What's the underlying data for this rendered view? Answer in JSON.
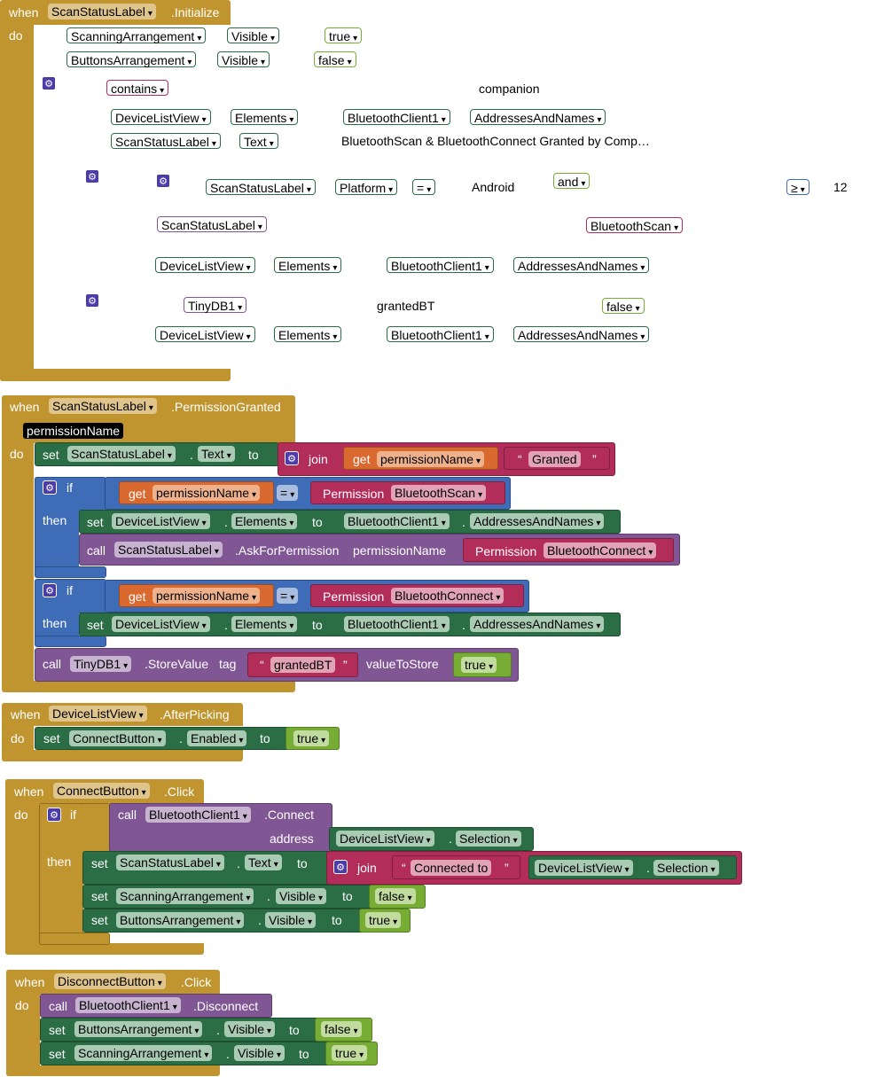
{
  "arrow": "▾",
  "gear": "⚙",
  "kw": {
    "when": "when",
    "do": "do",
    "set": "set",
    "to": "to",
    "call": "call",
    "if": "if",
    "then": "then",
    "dot": ".",
    "join": "join",
    "get": "get",
    "eq": "=",
    "ge": "≥",
    "and": "and",
    "permission": "Permission",
    "tag": "tag",
    "valueToStore": "valueToStore",
    "address": "address",
    "permissionName": "permissionName",
    "oq": "“",
    "cq": "”"
  },
  "ev1": {
    "component": "ScanStatusLabel",
    "event": ".Initialize",
    "rows": [
      {
        "a": "ScanningArrangement",
        "b": "Visible",
        "c": "true"
      },
      {
        "a": "ButtonsArrangement",
        "b": "Visible",
        "c": "false"
      }
    ],
    "contains": "contains",
    "companion": "companion",
    "r3": {
      "a": "DeviceListView",
      "b": "Elements",
      "c": "BluetoothClient1",
      "d": "AddressesAndNames"
    },
    "r4": {
      "a": "ScanStatusLabel",
      "b": "Text",
      "c": "BluetoothScan & BluetoothConnect Granted by Comp…"
    },
    "r5": {
      "a": "ScanStatusLabel",
      "b": "Platform",
      "c": "=",
      "d": "Android",
      "e": "and",
      "f": "≥",
      "g": "12"
    },
    "r6": {
      "a": "ScanStatusLabel",
      "b": "BluetoothScan"
    },
    "r7": {
      "a": "DeviceListView",
      "b": "Elements",
      "c": "BluetoothClient1",
      "d": "AddressesAndNames"
    },
    "r8": {
      "a": "TinyDB1",
      "b": "grantedBT",
      "c": "false"
    },
    "r9": {
      "a": "DeviceListView",
      "b": "Elements",
      "c": "BluetoothClient1",
      "d": "AddressesAndNames"
    }
  },
  "ev2": {
    "component": "ScanStatusLabel",
    "event": ".PermissionGranted",
    "param": "permissionName",
    "set1": {
      "comp": "ScanStatusLabel",
      "prop": "Text",
      "granted": "Granted"
    },
    "if1": {
      "perm": "BluetoothScan",
      "setComp": "DeviceListView",
      "setProp": "Elements",
      "src": "BluetoothClient1",
      "srcProp": "AddressesAndNames",
      "callComp": "ScanStatusLabel",
      "method": ".AskForPermission",
      "argPerm": "BluetoothConnect"
    },
    "if2": {
      "perm": "BluetoothConnect",
      "setComp": "DeviceListView",
      "setProp": "Elements",
      "src": "BluetoothClient1",
      "srcProp": "AddressesAndNames"
    },
    "store": {
      "comp": "TinyDB1",
      "method": ".StoreValue",
      "tag": "grantedBT",
      "value": "true"
    }
  },
  "ev3": {
    "component": "DeviceListView",
    "event": ".AfterPicking",
    "comp": "ConnectButton",
    "prop": "Enabled",
    "value": "true"
  },
  "ev4": {
    "component": "ConnectButton",
    "event": ".Click",
    "callComp": "BluetoothClient1",
    "method": ".Connect",
    "addrComp": "DeviceListView",
    "addrProp": "Selection",
    "setComp": "ScanStatusLabel",
    "setProp": "Text",
    "connectedTo": "Connected to ",
    "selComp": "DeviceListView",
    "selProp": "Selection",
    "s2": {
      "comp": "ScanningArrangement",
      "prop": "Visible",
      "value": "false"
    },
    "s3": {
      "comp": "ButtonsArrangement",
      "prop": "Visible",
      "value": "true"
    }
  },
  "ev5": {
    "component": "DisconnectButton",
    "event": ".Click",
    "callComp": "BluetoothClient1",
    "method": ".Disconnect",
    "s1": {
      "comp": "ButtonsArrangement",
      "prop": "Visible",
      "value": "false"
    },
    "s2": {
      "comp": "ScanningArrangement",
      "prop": "Visible",
      "value": "true"
    }
  }
}
